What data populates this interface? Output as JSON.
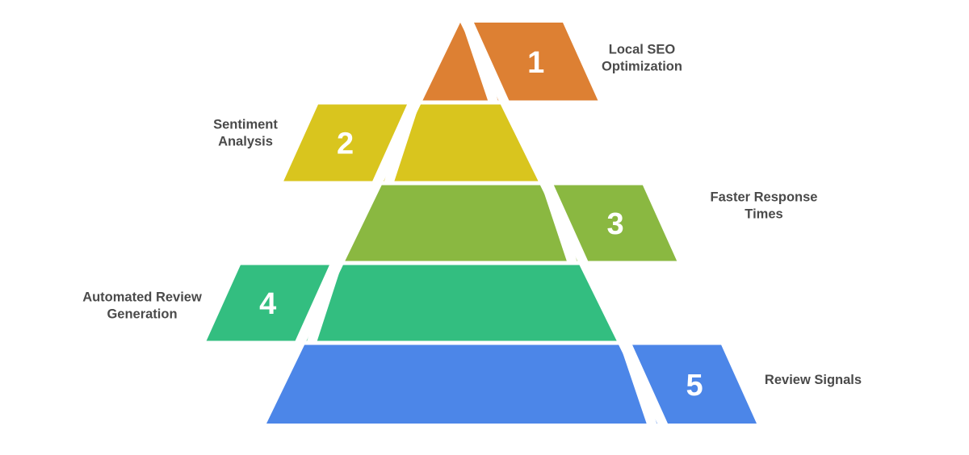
{
  "diagram": {
    "type": "pyramid",
    "background": "#ffffff",
    "number_color": "#ffffff",
    "label_color": "#4a4a4a",
    "slash_color": "#ffffff",
    "levels": [
      {
        "number": "1",
        "label": "Local SEO Optimization",
        "label_lines": [
          "Local SEO",
          "Optimization"
        ],
        "color": "#dd8033",
        "tab_side": "right"
      },
      {
        "number": "2",
        "label": "Sentiment Analysis",
        "label_lines": [
          "Sentiment",
          "Analysis"
        ],
        "color": "#d9c51e",
        "tab_side": "left"
      },
      {
        "number": "3",
        "label": "Faster Response Times",
        "label_lines": [
          "Faster Response",
          "Times"
        ],
        "color": "#8ab841",
        "tab_side": "right"
      },
      {
        "number": "4",
        "label": "Automated Review Generation",
        "label_lines": [
          "Automated Review",
          "Generation"
        ],
        "color": "#33be80",
        "tab_side": "left"
      },
      {
        "number": "5",
        "label": "Review Signals",
        "label_lines": [
          "Review Signals"
        ],
        "color": "#4c86e8",
        "tab_side": "right"
      }
    ]
  }
}
